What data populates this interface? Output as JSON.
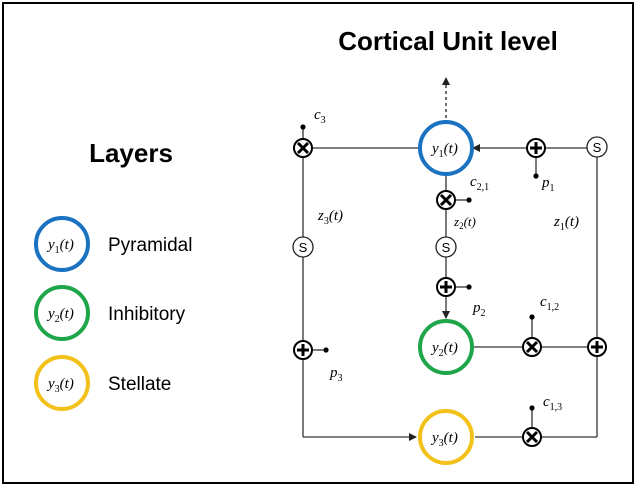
{
  "title": "Cortical Unit level",
  "legend": {
    "heading": "Layers",
    "items": [
      {
        "symbol": "y",
        "sub": "1",
        "arg": "(t)",
        "label": "Pyramidal",
        "color": "#1a72c0"
      },
      {
        "symbol": "y",
        "sub": "2",
        "arg": "(t)",
        "label": "Inhibitory",
        "color": "#1fa64a"
      },
      {
        "symbol": "y",
        "sub": "3",
        "arg": "(t)",
        "label": "Stellate",
        "color": "#f2c21a"
      }
    ]
  },
  "diagram": {
    "nodes": [
      {
        "symbol": "y",
        "sub": "1",
        "arg": "(t)",
        "color": "#1a72c0"
      },
      {
        "symbol": "y",
        "sub": "2",
        "arg": "(t)",
        "color": "#1fa64a"
      },
      {
        "symbol": "y",
        "sub": "3",
        "arg": "(t)",
        "color": "#f2c21a"
      }
    ],
    "sigmoid_label": "S",
    "labels": {
      "c3": {
        "base": "c",
        "sub": "3"
      },
      "c21": {
        "base": "c",
        "sub": "2,1"
      },
      "p1": {
        "base": "p",
        "sub": "1"
      },
      "z3": {
        "base": "z",
        "sub": "3",
        "arg": "(t)"
      },
      "z2": {
        "base": "z",
        "sub": "2",
        "arg": "(t)"
      },
      "z1": {
        "base": "z",
        "sub": "1",
        "arg": "(t)"
      },
      "p2": {
        "base": "p",
        "sub": "2"
      },
      "c12": {
        "base": "c",
        "sub": "1,2"
      },
      "p3": {
        "base": "p",
        "sub": "3"
      },
      "c13": {
        "base": "c",
        "sub": "1,3"
      }
    }
  }
}
